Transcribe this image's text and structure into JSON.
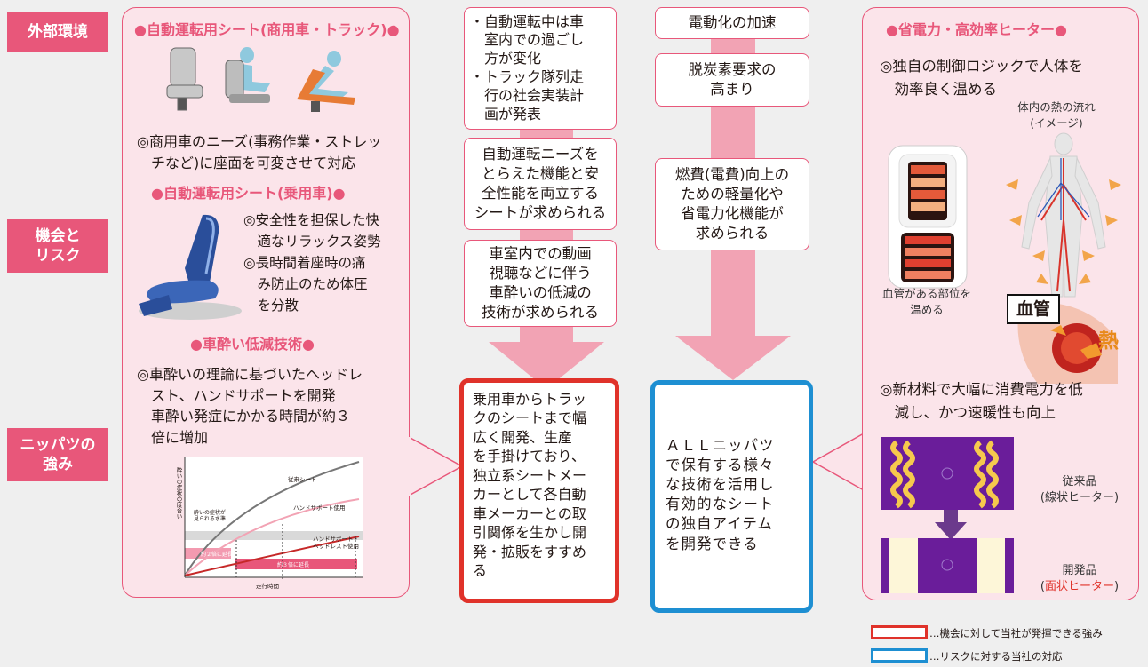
{
  "labels": {
    "external": "外部環境",
    "opportunity": "機会と\nリスク",
    "strength": "ニッパツの\n強み"
  },
  "left_panel": {
    "head1": "●自動運転用シート(商用車・トラック)●",
    "text1": "◎商用車のニーズ(事務作業・ストレッ\n　チなど)に座面を可変させて対応",
    "head2": "●自動運転用シート(乗用車)●",
    "text2": "◎安全性を担保した快\n　適なリラックス姿勢\n◎長時間着座時の痛\n　み防止のため体圧\n　を分散",
    "head3": "●車酔い低減技術●",
    "text3": "◎車酔いの理論に基づいたヘッドレ\n　スト、ハンドサポートを開発\n　車酔い発症にかかる時間が約３\n　倍に増加"
  },
  "graph": {
    "curve1": "従来シート",
    "curve2": "ハンドサポート使用",
    "curve3": "ハンドサポート・\nヘッドレスト使用",
    "threshold": "酔いの症状が\n見られる水準",
    "band1": "約２倍に延長",
    "band2": "約３倍に延長",
    "xlabel": "走行時間",
    "ylabel": "酔いの症状の度合い"
  },
  "mid_left": {
    "box1": "・自動運転中は車\n　室内での過ごし\n　方が変化\n・トラック隊列走\n　行の社会実装計\n　画が発表",
    "box2": "自動運転ニーズを\nとらえた機能と安\n全性能を両立する\nシートが求められる",
    "box3": "車室内での動画\n視聴などに伴う\n車酔いの低減の\n技術が求められる",
    "result": "乗用車からトラッ\nクのシートまで幅\n広く開発、生産\nを手掛けており、\n独立系シートメー\nカーとして各自動\n車メーカーとの取\n引関係を生かし開\n発・拡販をすすめ\nる"
  },
  "mid_right": {
    "box1": "電動化の加速",
    "box2": "脱炭素要求の\n高まり",
    "box3": "燃費(電費)向上の\nための軽量化や\n省電力化機能が\n求められる",
    "result": "ＡＬＬニッパツ\nで保有する様々\nな技術を活用し\n有効的なシート\nの独自アイテム\nを開発できる"
  },
  "right_panel": {
    "head": "●省電力・高効率ヒーター●",
    "text1": "◎独自の制御ロジックで人体を\n　効率良く温める",
    "body_caption": "体内の熱の流れ\n(イメージ)",
    "seat_caption": "血管がある部位を\n温める",
    "vessel_label": "血管",
    "heat_label": "熱",
    "text2": "◎新材料で大幅に消費電力を低\n　減し、かつ速暖性も向上",
    "old_label": "従来品",
    "old_sub": "(線状ヒーター)",
    "new_label": "開発品",
    "new_sub_pre": "(",
    "new_sub_red": "面状ヒーター",
    "new_sub_post": ")"
  },
  "legend": {
    "red": "…機会に対して当社が発揮できる強み",
    "blue": "…リスクに対する当社の対応"
  },
  "colors": {
    "pink": "#e8577a",
    "arrow": "#f2a3b4",
    "red_frame": "#e0322a",
    "blue_frame": "#1e8fd2",
    "purple_arrow": "#6b3a8c"
  }
}
